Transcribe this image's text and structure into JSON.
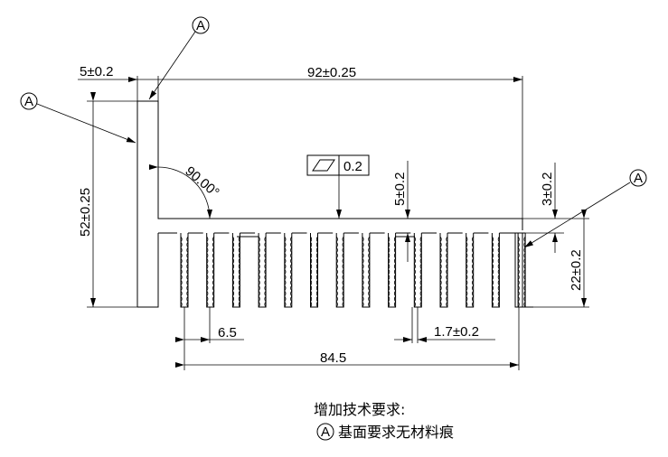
{
  "dimensions": {
    "base_thickness": "5±0.2",
    "overall_width": "92±0.25",
    "overall_height": "52±0.25",
    "angle": "90.00°",
    "flatness_value": "0.2",
    "plate_thickness": "5±0.2",
    "fin_offset": "3±0.2",
    "fin_height": "22±0.2",
    "fin_pitch": "6.5",
    "fin_width": "1.7±0.2",
    "fin_span": "84.5"
  },
  "datum_letter": "A",
  "notes": {
    "heading": "增加技术要求:",
    "item1": "基面要求无材料痕"
  }
}
